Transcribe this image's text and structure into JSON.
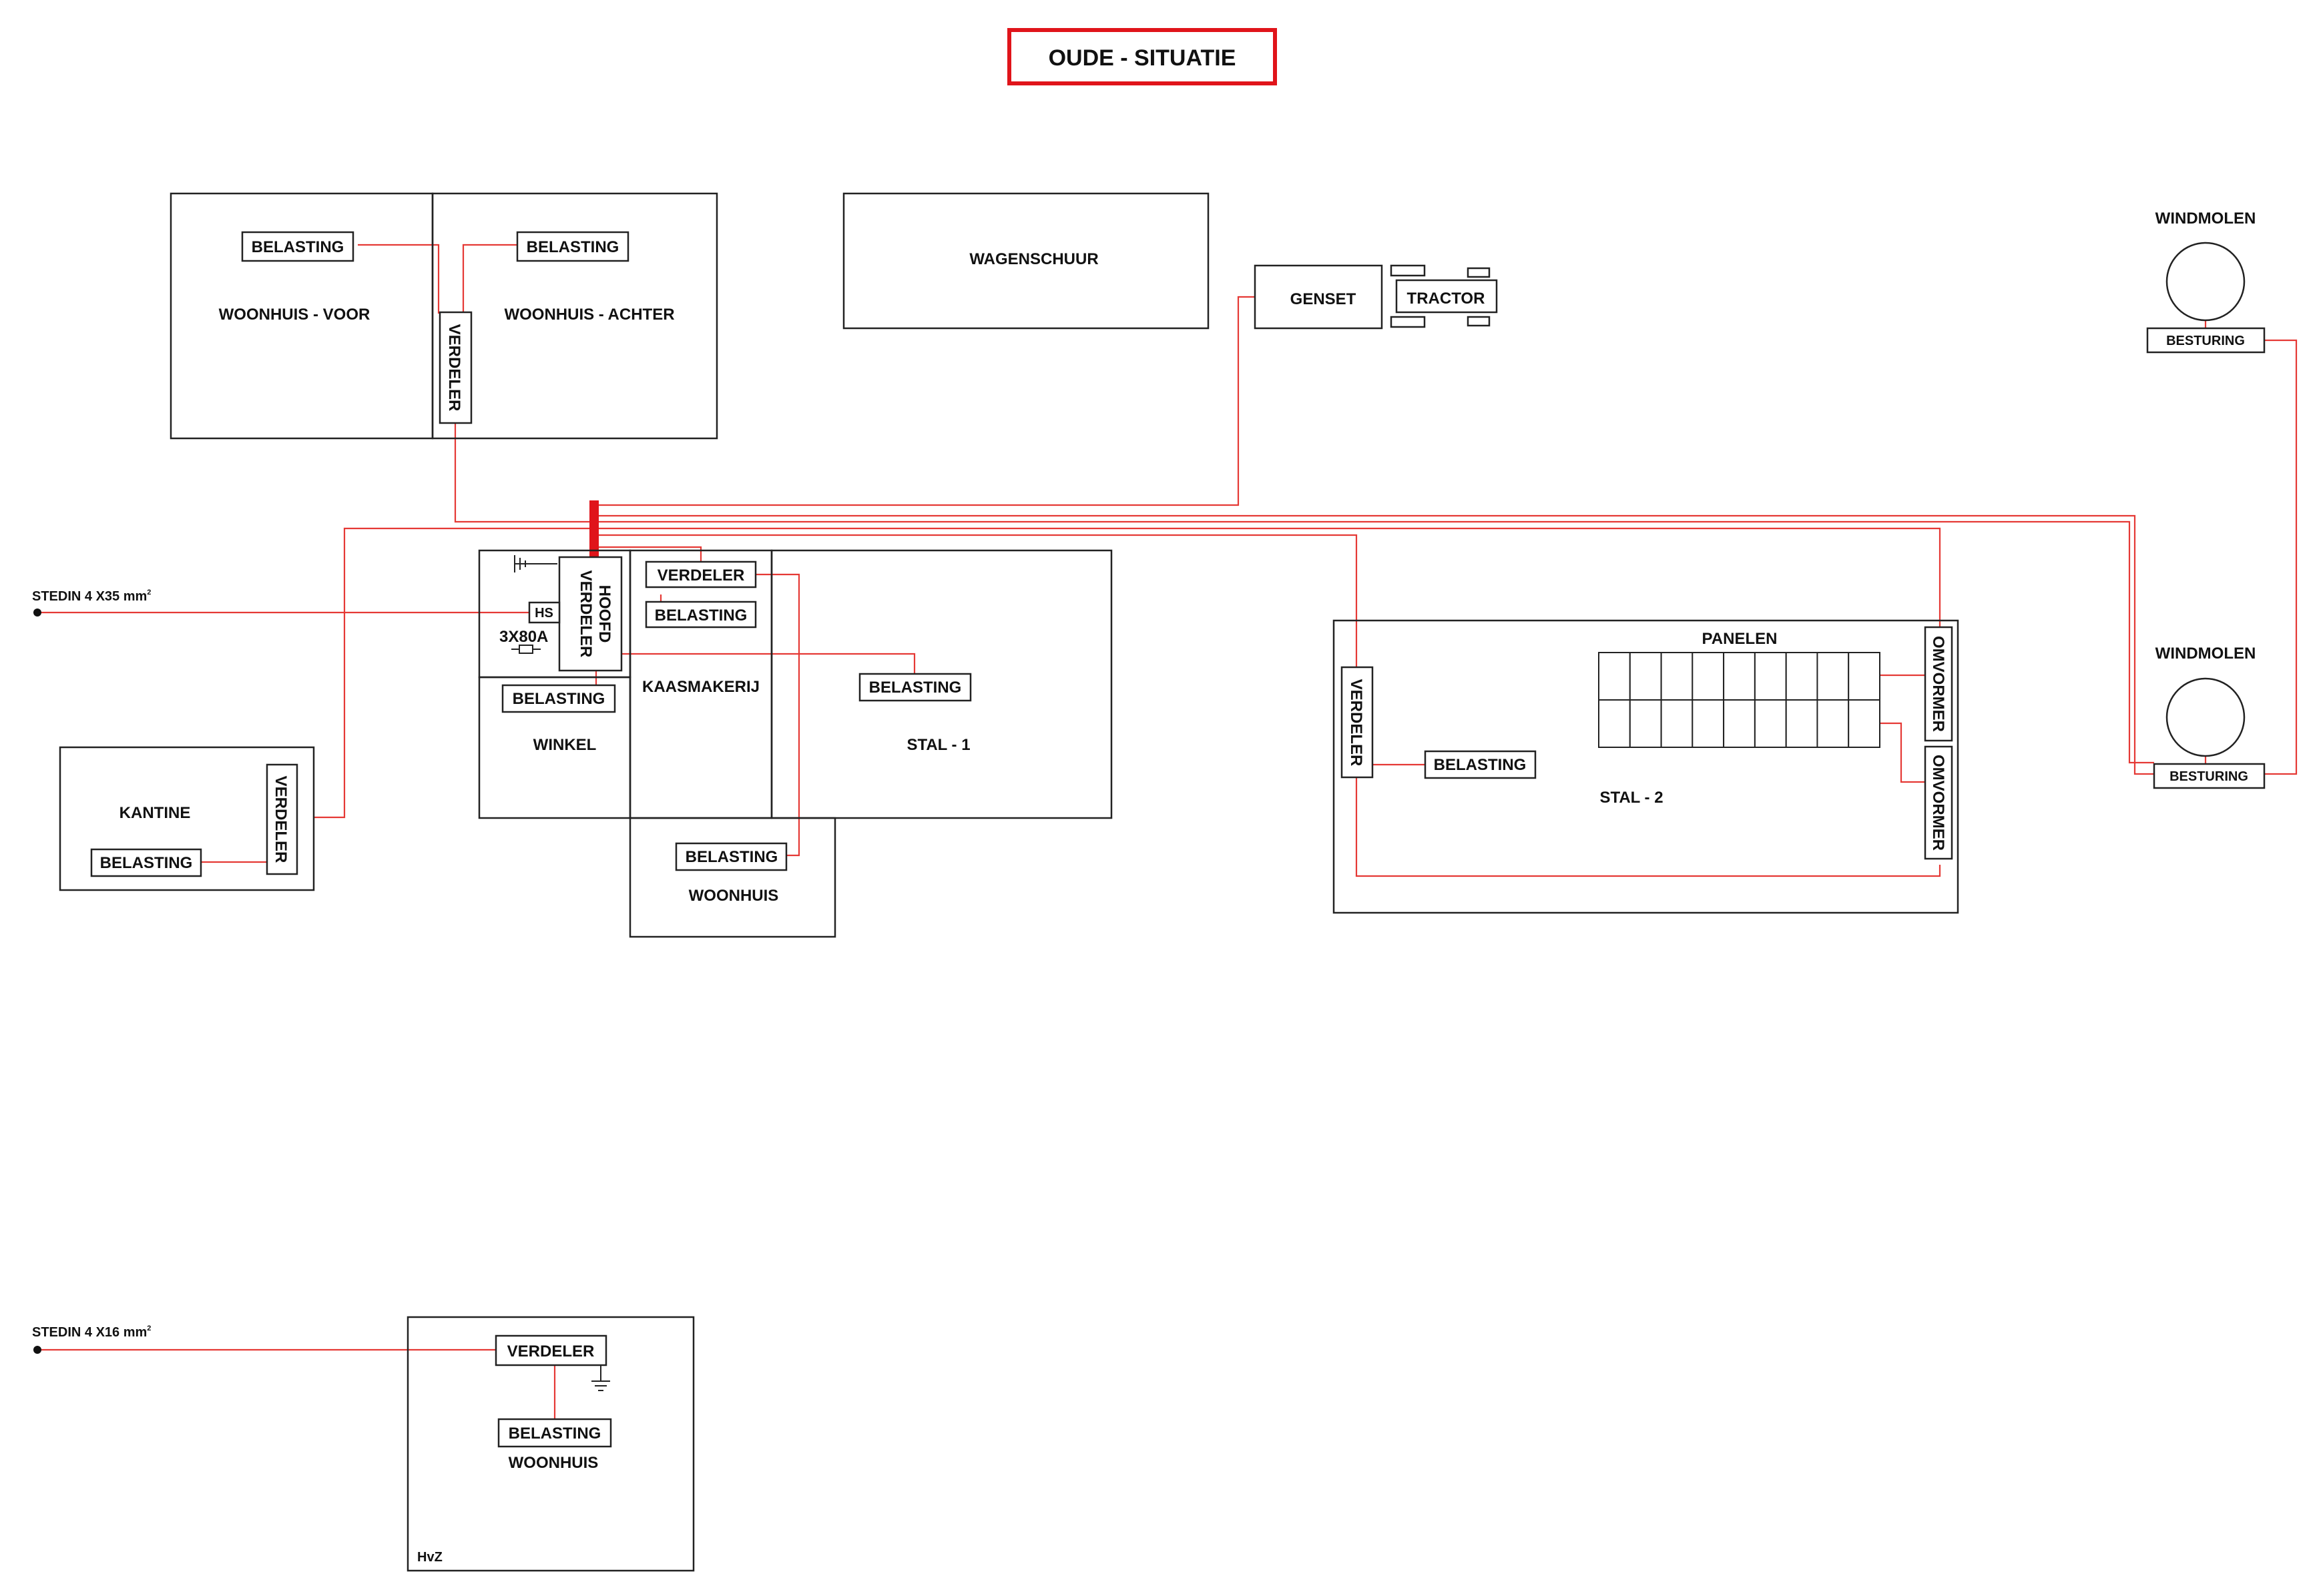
{
  "title": "OUDE - SITUATIE",
  "colors": {
    "wire": "#e53935",
    "outline": "#222222",
    "title_border": "#e0141a"
  },
  "rooms": {
    "woonhuis_voor": "WOONHUIS - VOOR",
    "woonhuis_achter": "WOONHUIS - ACHTER",
    "wagenschuur": "WAGENSCHUUR",
    "genset": "GENSET",
    "tractor": "TRACTOR",
    "windmolen_1": "WINDMOLEN",
    "windmolen_2": "WINDMOLEN",
    "winkel": "WINKEL",
    "kaasmakerij": "KAASMAKERIJ",
    "stal_1": "STAL - 1",
    "woonhuis_annex": "WOONHUIS",
    "kantine": "KANTINE",
    "stal_2": "STAL - 2",
    "panelen": "PANELEN",
    "woonhuis_hvz": "WOONHUIS",
    "hvz": "HvZ"
  },
  "components": {
    "belasting": "BELASTING",
    "verdeler": "VERDELER",
    "besturing": "BESTURING",
    "omvormer": "OMVORMER",
    "hoofd": "HOOFD",
    "hs": "HS",
    "fuse": "3X80A"
  },
  "supplies": {
    "stedin_main": {
      "label": "STEDIN 4 X35 mm",
      "sup": "2"
    },
    "stedin_hvz": {
      "label": "STEDIN 4 X16 mm",
      "sup": "2"
    }
  },
  "panel_grid": {
    "rows": 2,
    "columns": 9
  }
}
